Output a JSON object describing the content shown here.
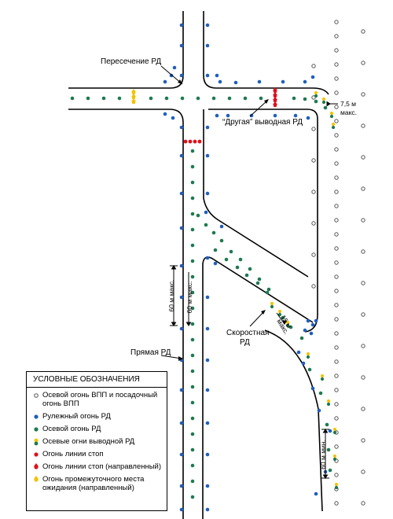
{
  "labels": {
    "intersection": "Пересечение РД",
    "other_exit": "“Другая” выводная РД",
    "rapid_exit_line1": "Скоростная",
    "rapid_exit_line2": "РД",
    "straight": "Прямая РД",
    "dist_7_5_line1": "7,5 м",
    "dist_7_5_line2": "макс.",
    "dist_60_max": "60 м макс.",
    "dist_60_max_small": "60 м макс.",
    "dist_15": "15 м",
    "dist_15_sub": "макс.",
    "dist_60_min": "60 м мин."
  },
  "legend": {
    "title": "УСЛОВНЫЕ ОБОЗНАЧЕНИЯ",
    "items": [
      {
        "text": "Осевой огонь ВПП и посадочный огонь ВПП",
        "icon": "runway-light-icon"
      },
      {
        "text": "Рулежный огонь РД",
        "icon": "taxiway-edge-light-icon"
      },
      {
        "text": "Осевой огонь РД",
        "icon": "taxiway-centerline-light-icon"
      },
      {
        "text": "Осевые огни выводной РД",
        "icon": "exit-centerline-light-icon"
      },
      {
        "text": "Огонь линии стоп",
        "icon": "stop-bar-light-icon"
      },
      {
        "text": "Огонь линии стоп (направленный)",
        "icon": "directional-stop-light-icon"
      },
      {
        "text": "Огонь промежуточного места ожидания (направленный)",
        "icon": "holding-position-light-icon"
      }
    ]
  },
  "colors": {
    "edge": "#1f5fbf",
    "center": "#1e7a50",
    "stop": "#e0101a",
    "yellow": "#f2c400",
    "runway_fill": "#ffffff",
    "runway_stroke": "#555555"
  }
}
